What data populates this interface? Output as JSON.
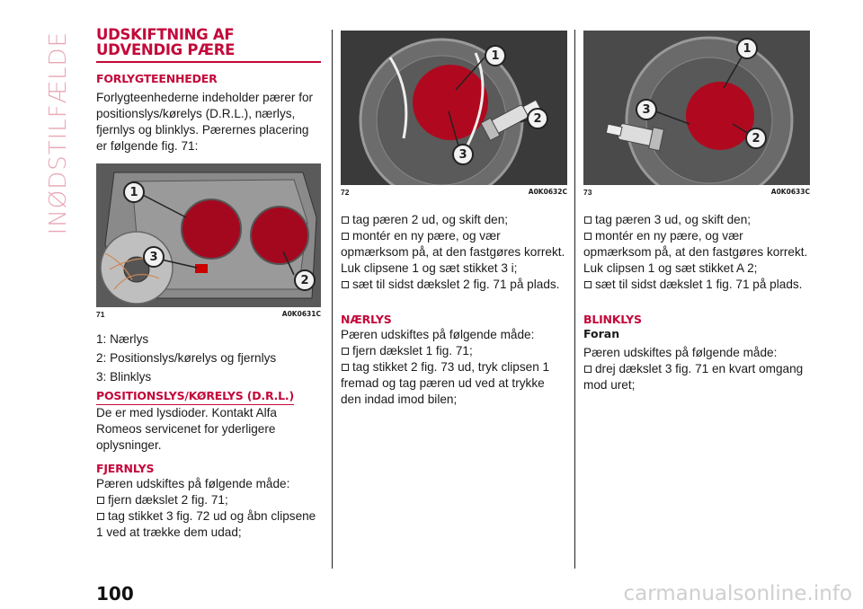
{
  "side_title": "INØDSTILFÆLDE",
  "page_number": "100",
  "watermark": "carmanualsonline.info",
  "column1": {
    "heading": "UDSKIFTNING AF UDVENDIG PÆRE",
    "subheading_forlygte": "FORLYGTEENHEDER",
    "intro": "Forlygteenhederne indeholder pærer for positionslys/kørelys (D.R.L.), nærlys, fjernlys og blinklys. Pærernes placering er følgende fig. 71:",
    "figure": {
      "number": "71",
      "code": "A0K0631C",
      "callouts": [
        "1",
        "2",
        "3"
      ]
    },
    "legend": [
      "1: Nærlys",
      "2: Positionslys/kørelys og fjernlys",
      "3: Blinklys"
    ],
    "subheading_position": "POSITIONSLYS/KØRELYS (D.R.L.)",
    "position_text": "De er med lysdioder. Kontakt Alfa Romeos servicenet for yderligere oplysninger.",
    "subheading_fjernlys": "FJERNLYS",
    "fjernlys_intro": "Pæren udskiftes på følgende måde:",
    "fjernlys_steps": [
      "fjern dækslet 2 fig. 71;",
      "tag stikket 3 fig. 72 ud og åbn clipsene 1 ved at trække dem udad;"
    ]
  },
  "column2": {
    "figure": {
      "number": "72",
      "code": "A0K0632C",
      "callouts": [
        "1",
        "2",
        "3"
      ]
    },
    "steps": [
      "tag pæren 2 ud, og skift den;",
      "montér en ny pære, og vær opmærksom på, at den fastgøres korrekt. Luk clipsene 1 og sæt stikket 3 i;",
      "sæt til sidst dækslet 2 fig. 71 på plads."
    ],
    "subheading_naerlys": "NÆRLYS",
    "naerlys_intro": "Pæren udskiftes på følgende måde:",
    "naerlys_steps": [
      "fjern dækslet 1 fig. 71;",
      "tag stikket 2 fig. 73 ud, tryk clipsen 1 fremad og tag pæren ud ved at trykke den indad imod bilen;"
    ]
  },
  "column3": {
    "figure": {
      "number": "73",
      "code": "A0K0633C",
      "callouts": [
        "1",
        "3",
        "2"
      ]
    },
    "steps": [
      "tag pæren 3 ud, og skift den;",
      "montér en ny pære, og vær opmærksom på, at den fastgøres korrekt. Luk clipsen 1 og sæt stikket A 2;",
      "sæt til sidst dækslet 1 fig. 71 på plads."
    ],
    "subheading_blinklys": "BLINKLYS",
    "subsubheading_foran": "Foran",
    "blinklys_intro": "Pæren udskiftes på følgende måde:",
    "blinklys_steps": [
      "drej dækslet 3 fig. 71 en kvart omgang mod uret;"
    ]
  }
}
